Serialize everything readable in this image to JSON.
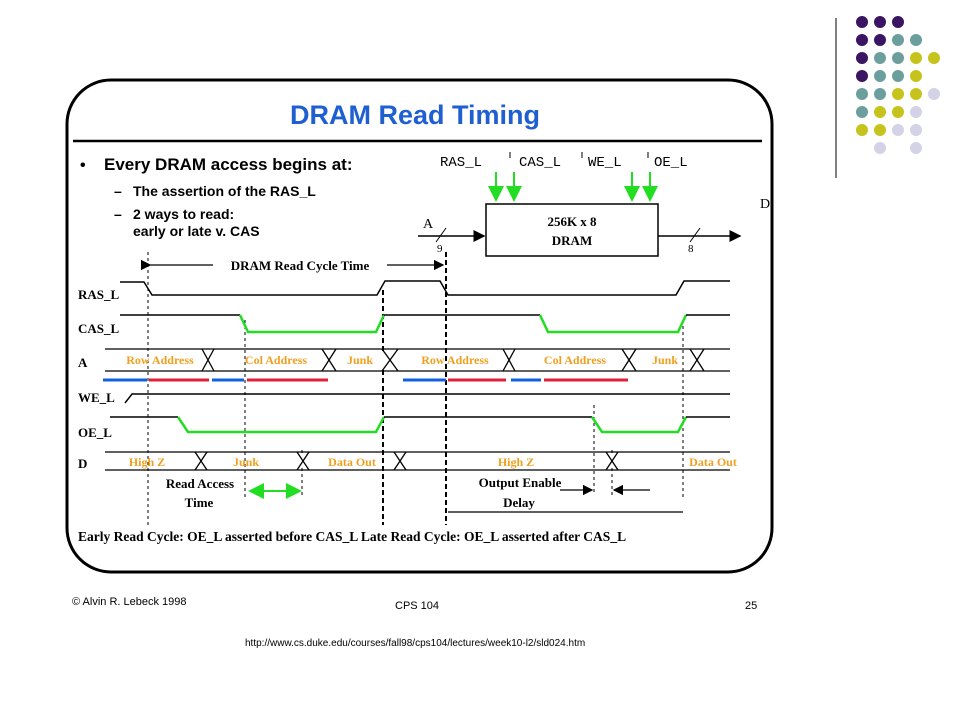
{
  "slide": {
    "title": "DRAM Read Timing",
    "bullet_main": "Every DRAM access begins at:",
    "sub_bullet_1": "The assertion of the RAS_L",
    "sub_bullet_2_line1": "2 ways to read:",
    "sub_bullet_2_line2": "early or late v. CAS",
    "bullet_glyph": "•",
    "dash_glyph": "–",
    "footer_left": "© Alvin R. Lebeck 1998",
    "footer_center": "CPS 104",
    "footer_right": "25",
    "source_url": "http://www.cs.duke.edu/courses/fall98/cps104/lectures/week10-l2/sld024.htm"
  },
  "dram_block": {
    "line1": "256K x 8",
    "line2": "DRAM",
    "inputs": [
      "RAS_L",
      "CAS_L",
      "WE_L",
      "OE_L"
    ],
    "addr_label": "A",
    "addr_width": "9",
    "data_width": "8",
    "data_label": "D"
  },
  "timing": {
    "cycle_time_label": "DRAM Read Cycle Time",
    "signals": [
      "RAS_L",
      "CAS_L",
      "A",
      "WE_L",
      "OE_L",
      "D"
    ],
    "address_labels": [
      "Row Address",
      "Col Address",
      "Junk",
      "Row Address",
      "Col Address",
      "Junk"
    ],
    "data_labels": [
      "High Z",
      "Junk",
      "Data Out",
      "High Z",
      "Data Out"
    ],
    "read_access_line1": "Read Access",
    "read_access_line2": "Time",
    "output_enable_line1": "Output Enable",
    "output_enable_line2": "Delay",
    "caption": "Early Read Cycle: OE_L asserted before CAS_L  Late Read Cycle: OE_L asserted after CAS_L"
  },
  "colors": {
    "title_blue": "#1f5fd1",
    "signal_green": "#22dd22",
    "label_orange": "#f0a020",
    "bar_blue": "#1060e0",
    "bar_red": "#e0203a",
    "dot_purple": "#3b1564",
    "dot_teal": "#6d9e9e",
    "dot_yellow": "#c6c41c",
    "dot_lavender": "#d3d2e6"
  }
}
